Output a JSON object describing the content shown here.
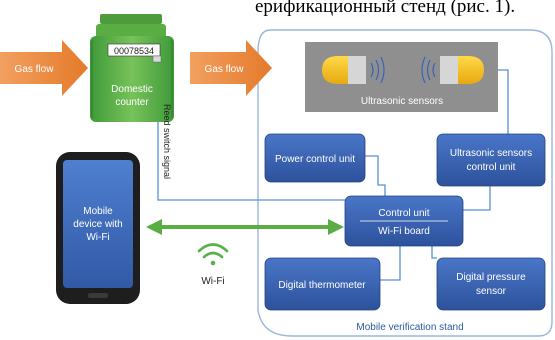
{
  "caption_top": "ерификационный стенд (рис. 1).",
  "gas_flow_left": "Gas flow",
  "gas_flow_right": "Gas flow",
  "meter": {
    "reading": "00078534",
    "label_line1": "Domestic",
    "label_line2": "counter"
  },
  "reed_switch_label": "Reed switch signal",
  "mobile_device": {
    "line1": "Mobile",
    "line2": "device with",
    "line3": "Wi-Fi"
  },
  "wifi_label": "Wi-Fi",
  "ultrasonic_sensors_label": "Ultrasonic sensors",
  "blocks": {
    "power_control_unit": "Power control unit",
    "ultrasonic_control_line1": "Ultrasonic sensors",
    "ultrasonic_control_line2": "control unit",
    "control_unit_line1": "Control unit",
    "control_unit_line2": "Wi-Fi board",
    "digital_thermometer": "Digital thermometer",
    "pressure_line1": "Digital pressure",
    "pressure_line2": "sensor"
  },
  "stand_label": "Mobile verification stand",
  "colors": {
    "block_fill": "#3a63b5",
    "block_dark": "#2a4a8e",
    "arrow_orange": "#ee8a3c",
    "gas_text": "#ffffff",
    "wire_blue": "#5b8fd6",
    "meter_green": "#63b446",
    "wifi_green": "#58b04a",
    "sensor_yellow": "#f4c21e",
    "sensor_panel": "#8f8f8f",
    "stand_border": "#9ab6dc",
    "stand_text": "#2c5aa0"
  }
}
